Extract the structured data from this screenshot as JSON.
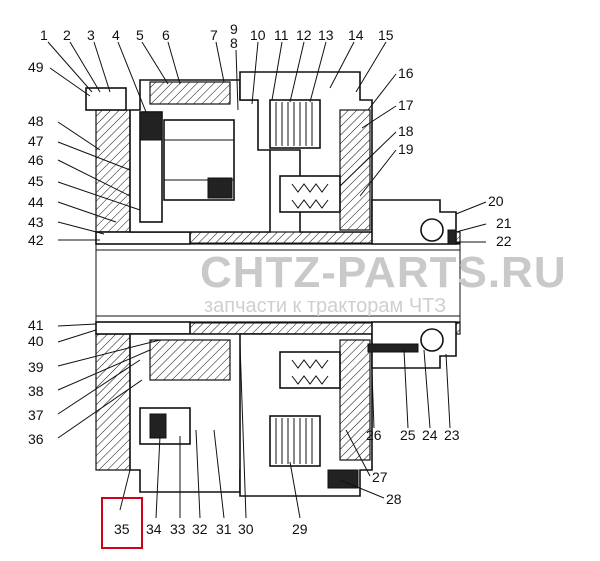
{
  "watermark": {
    "main": "CHTZ-PARTS.RU",
    "sub": "запчасти к тракторам ЧТЗ",
    "color": "#c9c9c9"
  },
  "highlight": {
    "label": "35",
    "box_color": "#d0021b"
  },
  "callouts": {
    "top": [
      "1",
      "2",
      "3",
      "4",
      "5",
      "6",
      "7",
      "8",
      "9",
      "10",
      "11",
      "12",
      "13",
      "14",
      "15"
    ],
    "right": [
      "16",
      "17",
      "18",
      "19",
      "20",
      "21",
      "22"
    ],
    "bottom_right": [
      "23",
      "24",
      "25",
      "26",
      "27",
      "28"
    ],
    "bottom": [
      "29",
      "30",
      "31",
      "32",
      "33",
      "34"
    ],
    "left": [
      "36",
      "37",
      "38",
      "39",
      "40",
      "41",
      "42",
      "43",
      "44",
      "45",
      "46",
      "47",
      "48",
      "49"
    ]
  }
}
